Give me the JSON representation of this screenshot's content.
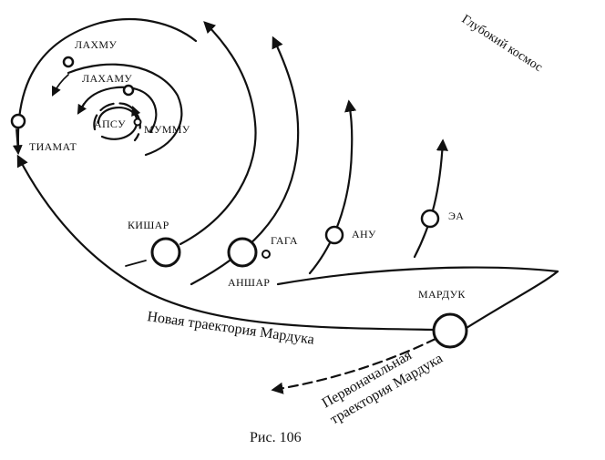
{
  "labels": {
    "deep_space": "Глубокий космос",
    "lahmu": "ЛАХМУ",
    "lahamu": "ЛАХАМУ",
    "apsu": "АПСУ",
    "mummu": "МУММУ",
    "tiamat": "ТИАМАТ",
    "kishar": "КИШАР",
    "gaga": "ГАГА",
    "anshar": "АНШАР",
    "anu": "АНУ",
    "ea": "ЭА",
    "marduk": "МАРДУК",
    "new_trajectory": "Новая траектория Мардука",
    "original_line1": "Первоначальная",
    "original_line2": "траектория Мардука",
    "caption": "Рис. 106"
  },
  "colors": {
    "ink": "#111111",
    "paper": "#ffffff"
  }
}
